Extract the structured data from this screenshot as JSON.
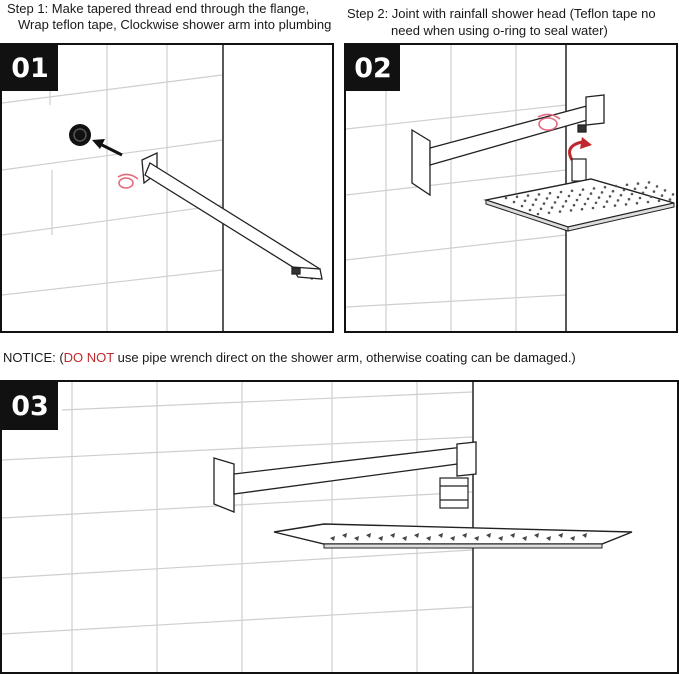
{
  "step1": {
    "line1": "Step 1: Make tapered thread end through the flange,",
    "line2": "Wrap teflon tape, Clockwise shower arm into plumbing",
    "badge": "01"
  },
  "step2": {
    "line1": "Step 2: Joint with rainfall shower head (Teflon tape no",
    "line2": "need when using o-ring to seal water)",
    "badge": "02"
  },
  "step3": {
    "badge": "03"
  },
  "notice": {
    "prefix": "NOTICE: (",
    "warning": "DO NOT",
    "suffix": " use pipe wrench direct on the shower arm, otherwise coating can be damaged.)"
  },
  "colors": {
    "accent_red": "#c0282d",
    "tape_pink": "#e46a7f",
    "line": "#222222",
    "grout": "#cfcfcf"
  }
}
